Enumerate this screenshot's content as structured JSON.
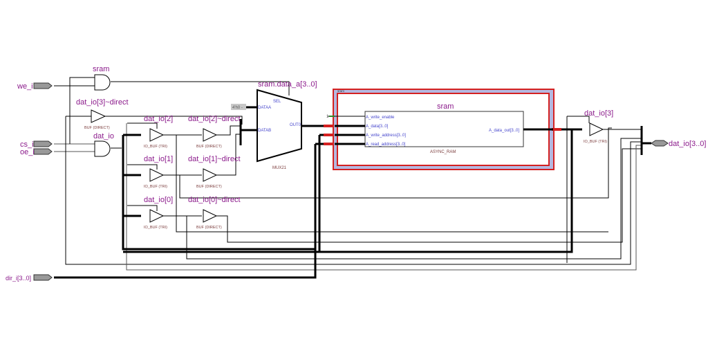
{
  "inputs": {
    "we_i": "we_i",
    "cs_i": "cs_i",
    "oe_i": "oe_i",
    "dir_i": "dir_i[3..0]"
  },
  "outputs": {
    "dat_io_bus": "dat_io[3..0]"
  },
  "gates": {
    "and_sram": {
      "name": "sram"
    },
    "and_dat_io": {
      "name": "dat_io"
    }
  },
  "buffers": {
    "buf3_direct": {
      "name": "dat_io[3]~direct",
      "type": "BUF (DIRECT)"
    },
    "iobuf2": {
      "name": "dat_io[2]",
      "type": "IO_BUF (TRI)"
    },
    "buf2_direct": {
      "name": "dat_io[2]~direct",
      "type": "BUF (DIRECT)"
    },
    "iobuf1": {
      "name": "dat_io[1]",
      "type": "IO_BUF (TRI)"
    },
    "buf1_direct": {
      "name": "dat_io[1]~direct",
      "type": "BUF (DIRECT)"
    },
    "iobuf0": {
      "name": "dat_io[0]",
      "type": "IO_BUF (TRI)"
    },
    "buf0_direct": {
      "name": "dat_io[0]~direct",
      "type": "BUF (DIRECT)"
    },
    "iobuf3": {
      "name": "dat_io[3]",
      "type": "IO_BUF (TRI)"
    }
  },
  "mux": {
    "name": "sram.data_a[3..0]",
    "type": "MUX21",
    "ports": {
      "sel": "SEL",
      "dataa": "DATAA",
      "datab": "DATAB",
      "out": "OUT0"
    },
    "const": "4'h0 -"
  },
  "ram": {
    "hier_tag": "sram",
    "name": "sram",
    "type": "ASYNC_RAM",
    "const_one": "1",
    "ports_in": [
      "A_write_enable",
      "A_data[3..0]",
      "A_write_address[3..0]",
      "A_read_address[3..0]"
    ],
    "port_out": "A_data_out[3..0]"
  },
  "colors": {
    "label": "#8b1a8b",
    "port_text": "#4444cc",
    "hier_border": "#d42020",
    "hier_fill": "#b4b8e0"
  }
}
